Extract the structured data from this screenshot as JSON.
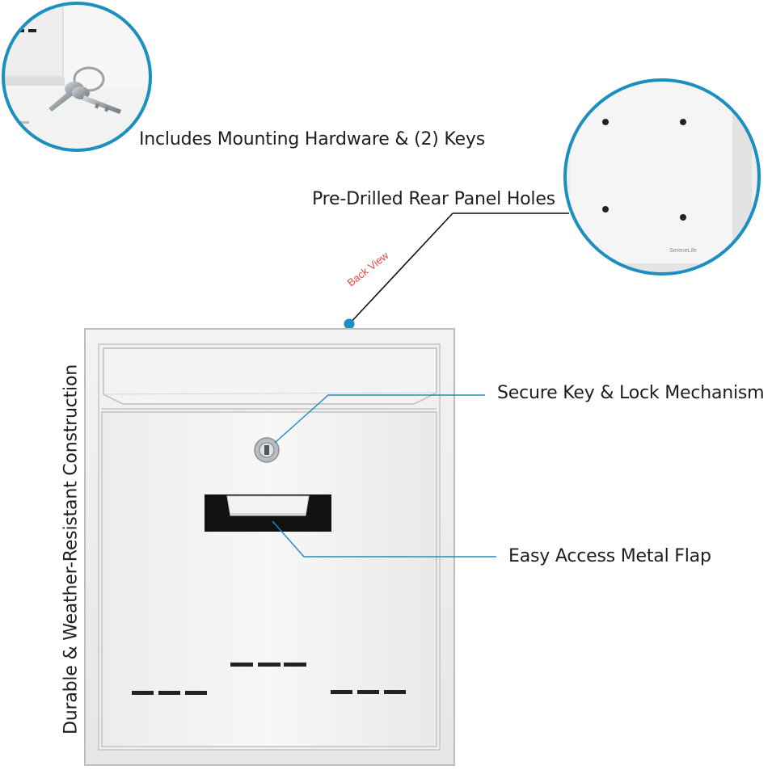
{
  "callouts": {
    "mounting": "Includes Mounting Hardware & (2) Keys",
    "rear_panel": "Pre-Drilled Rear Panel Holes",
    "back_view": "Back View",
    "lock": "Secure Key & Lock Mechanism",
    "flap": "Easy Access Metal Flap",
    "construction": "Durable & Weather-Resistant Construction"
  },
  "brand_mark": "SereneLife",
  "colors": {
    "accent": "#1a8fc0",
    "back_view_text": "#e2484a",
    "mailbox_body": "#f4f4f4"
  },
  "icons": {
    "keys": "key-icon",
    "lock": "lock-cylinder-icon"
  }
}
